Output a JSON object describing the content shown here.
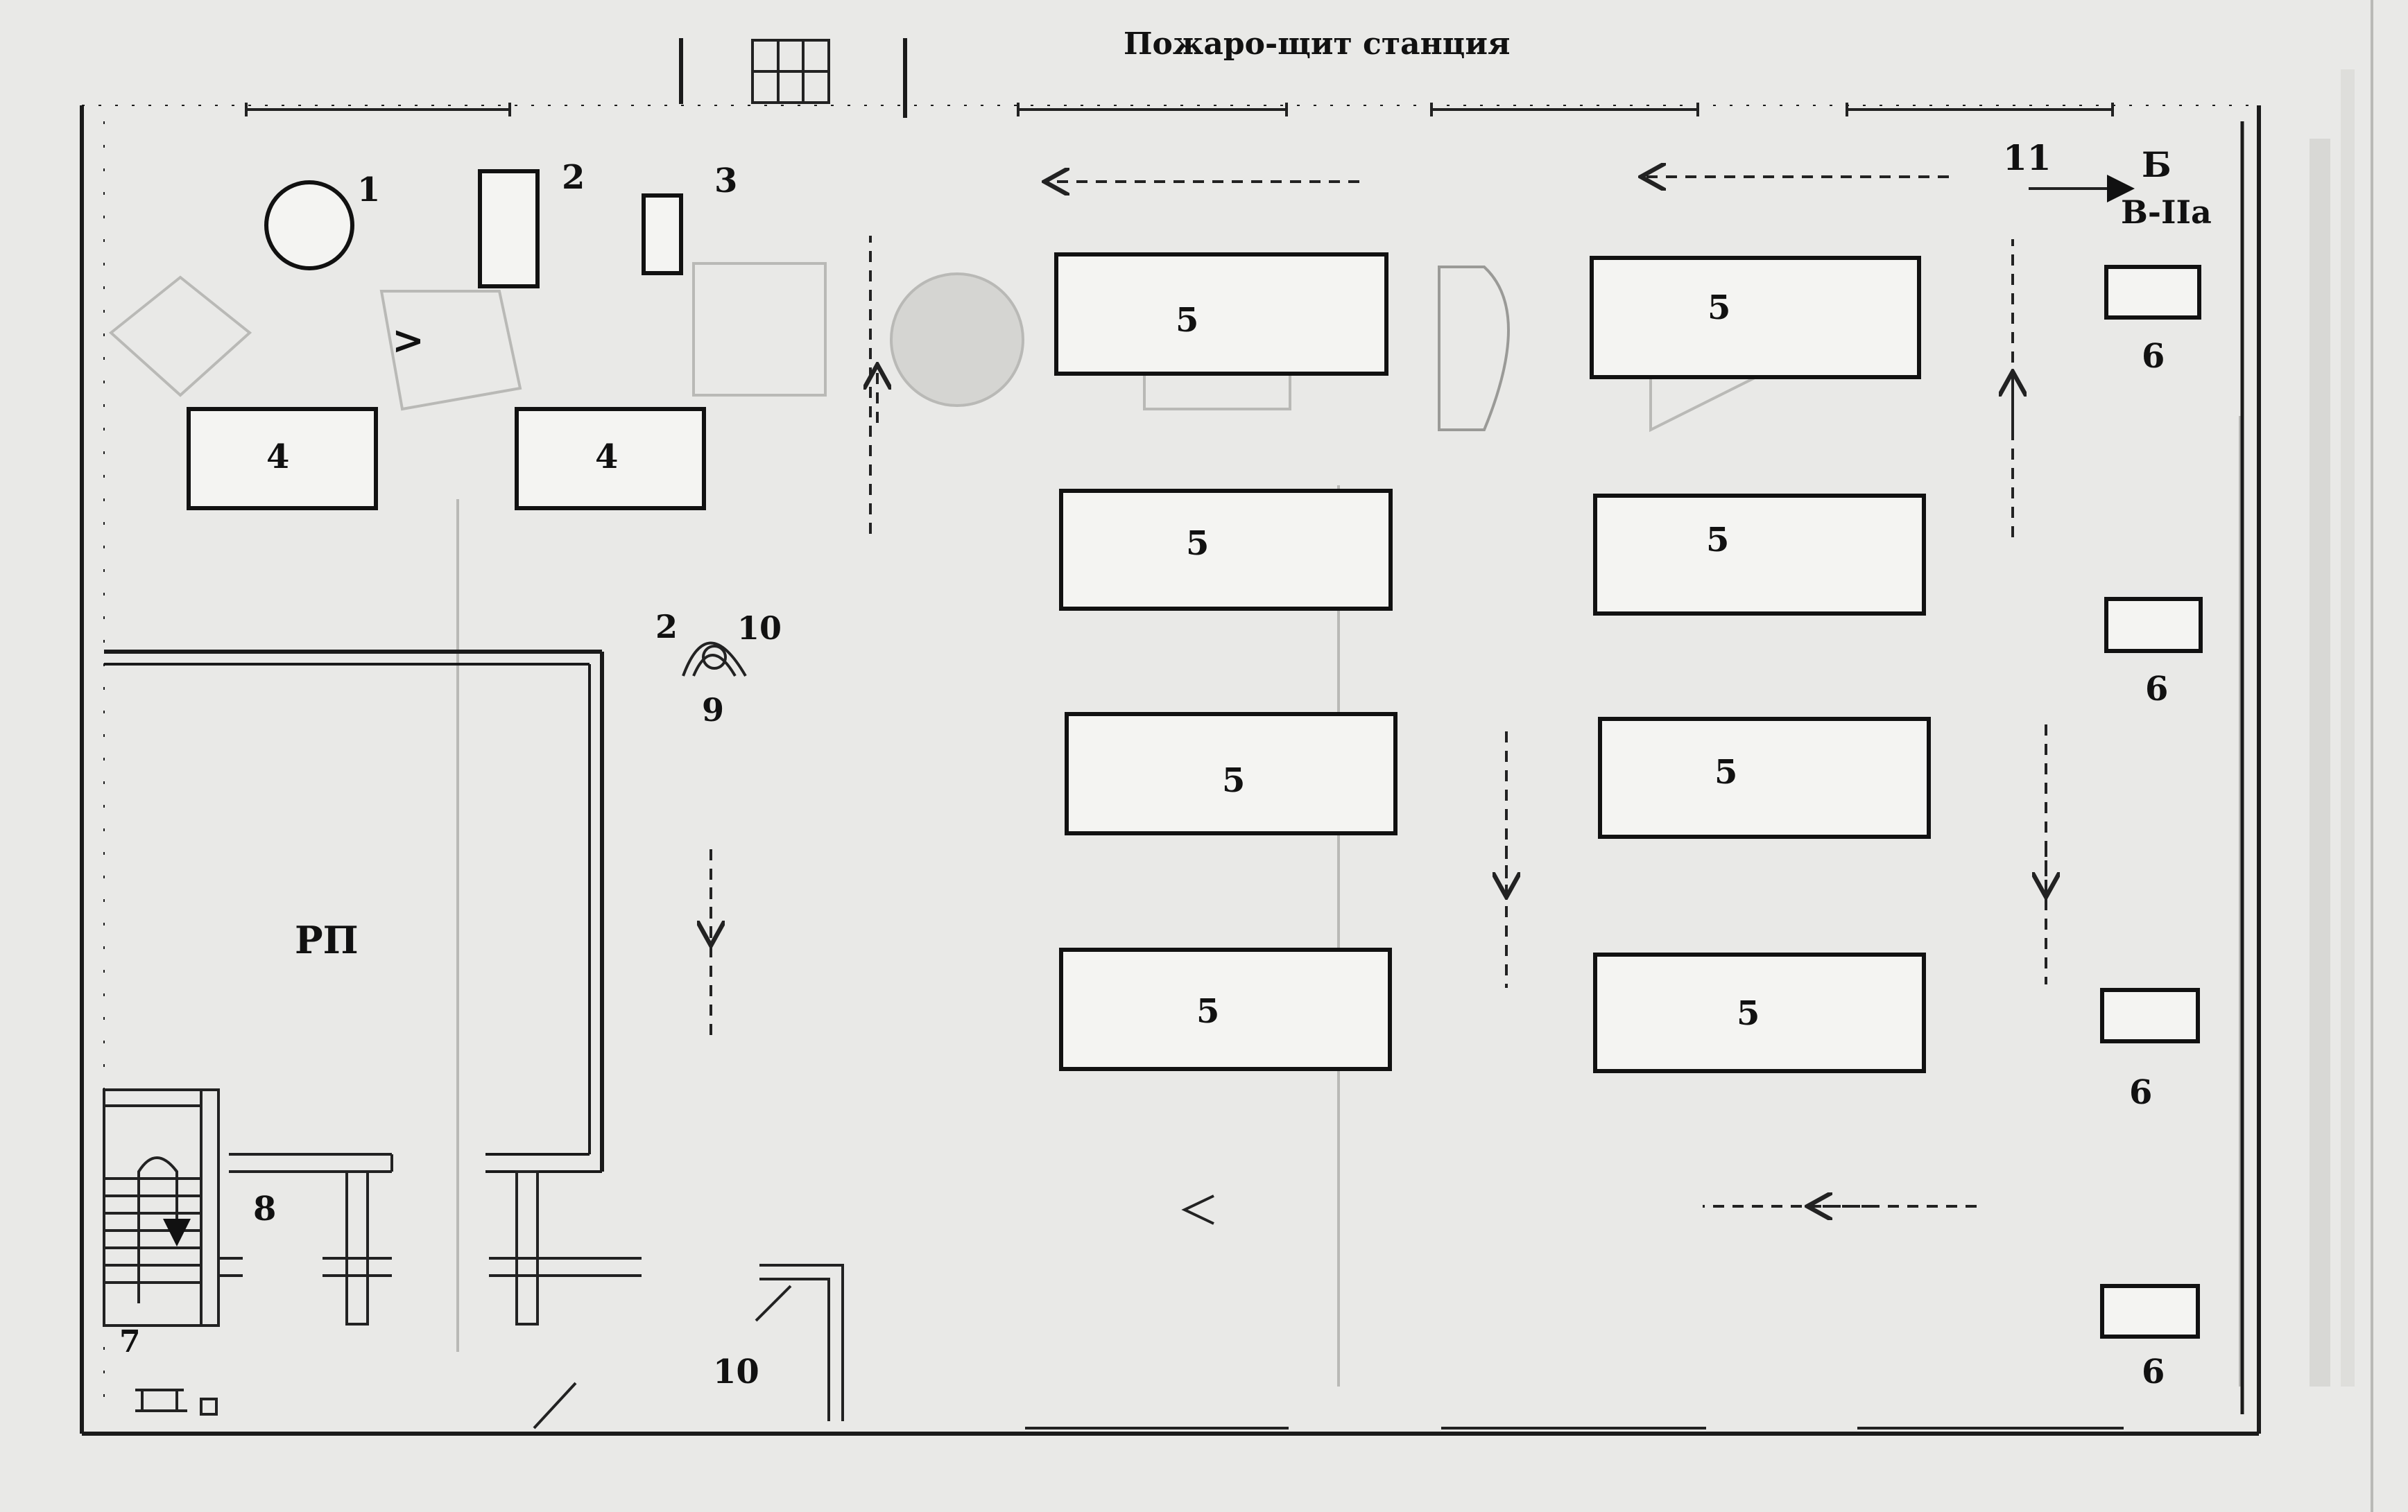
{
  "header_text": "Пожаро-щит станция",
  "labels": {
    "workbench": "4",
    "machine": "5",
    "cabinet": "6",
    "item_1": "1",
    "item_2": "2",
    "item_3": "3",
    "item_7": "7",
    "item_8": "8",
    "item_9": "9",
    "item_10": "10",
    "item_11": "11",
    "zone_rp": "РП",
    "class_b": "Б",
    "class_b2": "В-IIа"
  },
  "colors": {
    "ink": "#111111",
    "paper": "#e9e9e7",
    "ghost": "#b9b9b6"
  },
  "icons": [
    "arrow-right-icon",
    "arrow-left-icon",
    "arrow-up-icon",
    "arrow-down-icon",
    "fire-extinguisher-icon",
    "stairs-icon"
  ]
}
